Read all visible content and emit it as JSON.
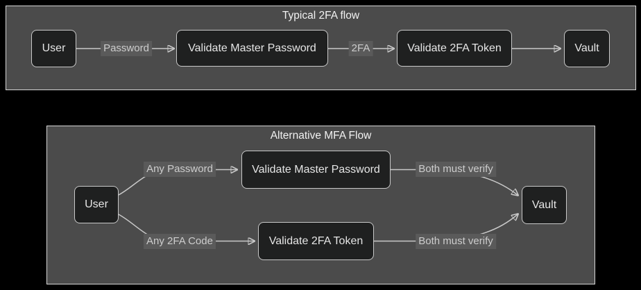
{
  "page": {
    "background": "#000000"
  },
  "colors": {
    "cluster_fill": "#4b4b4b",
    "cluster_border": "#d6d6d6",
    "node_fill": "#1f2020",
    "node_border": "#c9c9c9",
    "node_text": "#e6e6e6",
    "edge_line": "#c9c9c9",
    "edge_label_background": "#5a5a5a",
    "edge_label_text": "#cdcdcd",
    "title_text": "#f2f2f2"
  },
  "diagram": {
    "type": "flowchart-left-to-right",
    "flows": [
      {
        "title": "Typical 2FA flow",
        "nodes": [
          {
            "id": "user",
            "label": "User"
          },
          {
            "id": "validate-master-password",
            "label": "Validate Master Password"
          },
          {
            "id": "validate-2fa-token",
            "label": "Validate 2FA Token"
          },
          {
            "id": "vault",
            "label": "Vault"
          }
        ],
        "edges": [
          {
            "from": "User",
            "to": "Validate Master Password",
            "label": "Password"
          },
          {
            "from": "Validate Master Password",
            "to": "Validate 2FA Token",
            "label": "2FA"
          },
          {
            "from": "Validate 2FA Token",
            "to": "Vault",
            "label": ""
          }
        ]
      },
      {
        "title": "Alternative MFA Flow",
        "nodes": [
          {
            "id": "user",
            "label": "User"
          },
          {
            "id": "validate-master-password",
            "label": "Validate Master Password"
          },
          {
            "id": "validate-2fa-token",
            "label": "Validate 2FA Token"
          },
          {
            "id": "vault",
            "label": "Vault"
          }
        ],
        "edges": [
          {
            "from": "User",
            "to": "Validate Master Password",
            "label": "Any Password"
          },
          {
            "from": "User",
            "to": "Validate 2FA Token",
            "label": "Any 2FA Code"
          },
          {
            "from": "Validate Master Password",
            "to": "Vault",
            "label": "Both must verify"
          },
          {
            "from": "Validate 2FA Token",
            "to": "Vault",
            "label": "Both must verify"
          }
        ]
      }
    ]
  }
}
